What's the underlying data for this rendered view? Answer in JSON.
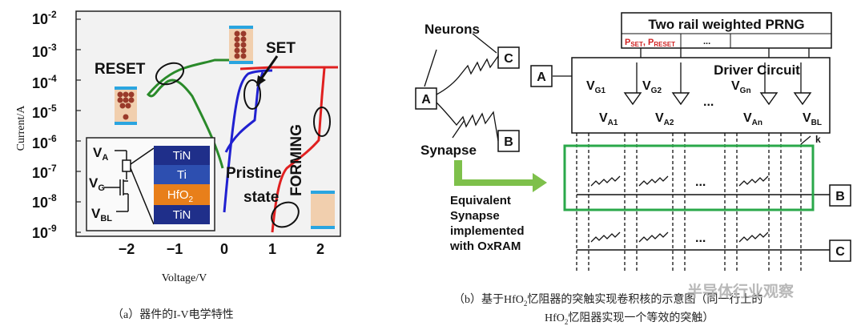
{
  "left_panel": {
    "caption": "（a）器件的I-V电学特性",
    "ylabel": "Current/A",
    "xlabel": "Voltage/V",
    "x_ticks": [
      "−2",
      "−1",
      "0",
      "1",
      "2"
    ],
    "y_ticks": [
      {
        "base": "10",
        "exp": "-2"
      },
      {
        "base": "10",
        "exp": "-3"
      },
      {
        "base": "10",
        "exp": "-4"
      },
      {
        "base": "10",
        "exp": "-5"
      },
      {
        "base": "10",
        "exp": "-6"
      },
      {
        "base": "10",
        "exp": "-7"
      },
      {
        "base": "10",
        "exp": "-8"
      },
      {
        "base": "10",
        "exp": "-9"
      }
    ],
    "annotations": {
      "reset": "RESET",
      "set": "SET",
      "forming": "FORMING",
      "pristine_1": "Pristine",
      "pristine_2": "state"
    },
    "inset": {
      "va": "V",
      "va_sub": "A",
      "vg": "V",
      "vg_sub": "G",
      "vbl": "V",
      "vbl_sub": "BL",
      "stack": [
        "TiN",
        "Ti",
        "HfO",
        "TiN"
      ],
      "hfo_sub": "2"
    }
  },
  "right_panel": {
    "caption_line1": "（b）基于HfO",
    "caption_sub": "2",
    "caption_line1_rest": "忆阻器的突触实现卷积核的示意图（同一行上的",
    "caption_line2": "HfO",
    "caption_line2_rest": "忆阻器实现一个等效的突触）",
    "prng_title": "Two rail weighted PRNG",
    "p_set": "P",
    "p_set_sub": "SET",
    "p_reset": "P",
    "p_reset_sub": "RESET",
    "ellipsis": "...",
    "driver": "Driver Circuit",
    "neurons": "Neurons",
    "synapse": "Synapse",
    "equiv_lines": [
      "Equivalent",
      "Synapse",
      "implemented",
      "with OxRAM"
    ],
    "node_a": "A",
    "node_b": "B",
    "node_c": "C",
    "vg": [
      "G1",
      "G2",
      "Gn"
    ],
    "va": [
      "A1",
      "A2",
      "An"
    ],
    "vbl": "BL",
    "v": "V",
    "k": "k",
    "dots": "..."
  },
  "watermark": "半导体行业观察",
  "colors": {
    "reset_curve": "#2a8a2a",
    "set_curve": "#2020d0",
    "forming_curve": "#e02020",
    "green_box": "#2aa84a",
    "hfo": "#e87f1a",
    "tin": "#1f2f8a",
    "ti": "#2d4fb0"
  }
}
